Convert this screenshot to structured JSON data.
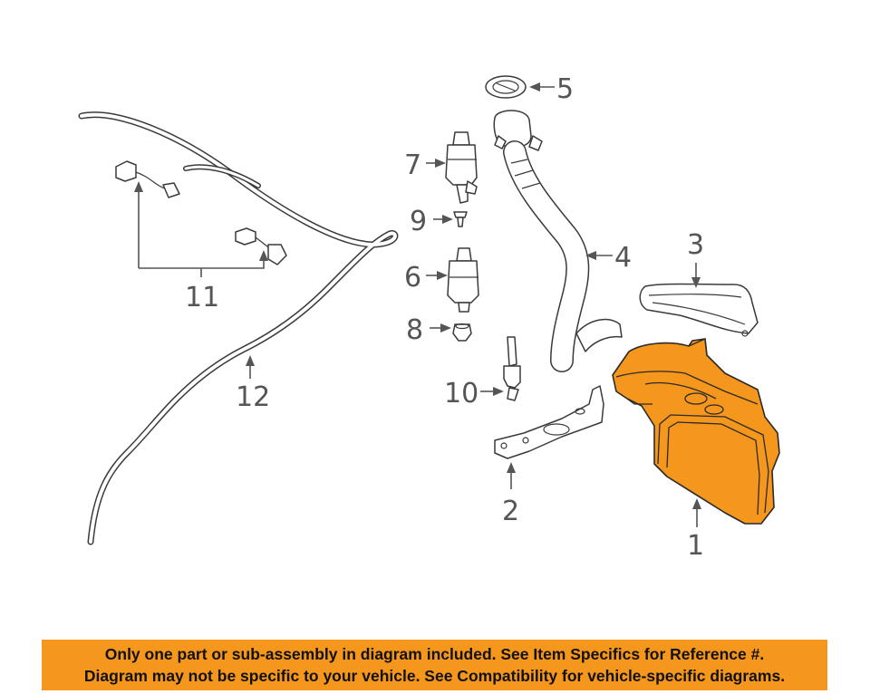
{
  "callouts": [
    {
      "id": "1",
      "label": "1"
    },
    {
      "id": "2",
      "label": "2"
    },
    {
      "id": "3",
      "label": "3"
    },
    {
      "id": "4",
      "label": "4"
    },
    {
      "id": "5",
      "label": "5"
    },
    {
      "id": "6",
      "label": "6"
    },
    {
      "id": "7",
      "label": "7"
    },
    {
      "id": "8",
      "label": "8"
    },
    {
      "id": "9",
      "label": "9"
    },
    {
      "id": "10",
      "label": "10"
    },
    {
      "id": "11",
      "label": "11"
    },
    {
      "id": "12",
      "label": "12"
    }
  ],
  "highlight_color": "#f5961d",
  "notice": {
    "line1": "Only one part or sub-assembly in diagram included. See Item Specifics for Reference #.",
    "line2": "Diagram may not be specific to your vehicle. See Compatibility for vehicle-specific diagrams."
  }
}
